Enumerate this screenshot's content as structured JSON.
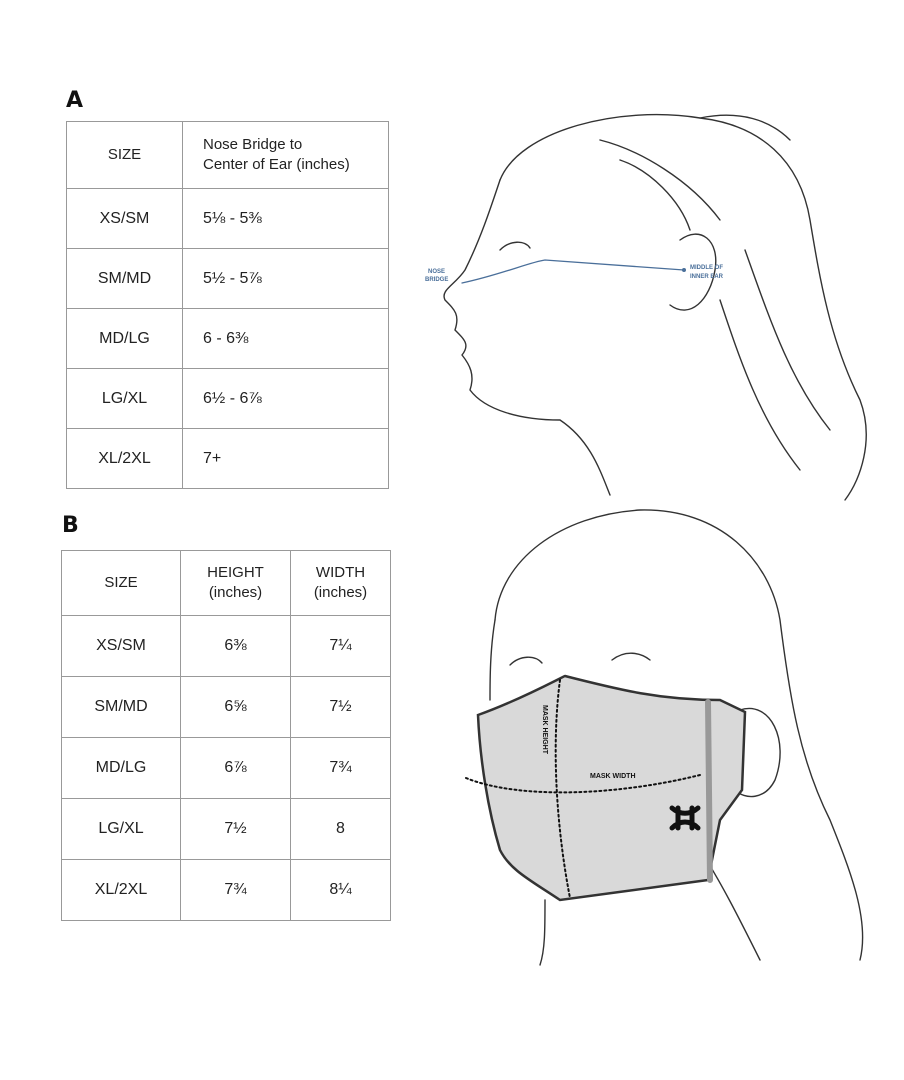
{
  "section_a": {
    "label": "A",
    "headers": [
      "SIZE",
      "Nose Bridge to Center of Ear (inches)"
    ],
    "header_lines": [
      "Nose Bridge to",
      "Center of Ear (inches)"
    ],
    "rows": [
      [
        "XS/SM",
        "5⅛ - 5⅜"
      ],
      [
        "SM/MD",
        "5½ - 5⅞"
      ],
      [
        "MD/LG",
        "6 - 6⅜"
      ],
      [
        "LG/XL",
        "6½ - 6⅞"
      ],
      [
        "XL/2XL",
        "7+"
      ]
    ],
    "illustration": {
      "nose_label_1": "NOSE",
      "nose_label_2": "BRIDGE",
      "ear_label_1": "MIDDLE OF",
      "ear_label_2": "INNER EAR",
      "line_color": "#4a6f9a"
    }
  },
  "section_b": {
    "label": "B",
    "headers": [
      "SIZE",
      "HEIGHT (inches)",
      "WIDTH (inches)"
    ],
    "height_lines": [
      "HEIGHT",
      "(inches)"
    ],
    "width_lines": [
      "WIDTH",
      "(inches)"
    ],
    "rows": [
      [
        "XS/SM",
        "6⅜",
        "7¼"
      ],
      [
        "SM/MD",
        "6⅝",
        "7½"
      ],
      [
        "MD/LG",
        "6⅞",
        "7¾"
      ],
      [
        "LG/XL",
        "7½",
        "8"
      ],
      [
        "XL/2XL",
        "7¾",
        "8¼"
      ]
    ],
    "illustration": {
      "height_label": "MASK HEIGHT",
      "width_label": "MASK WIDTH",
      "mask_color": "#d9d9d9"
    }
  }
}
